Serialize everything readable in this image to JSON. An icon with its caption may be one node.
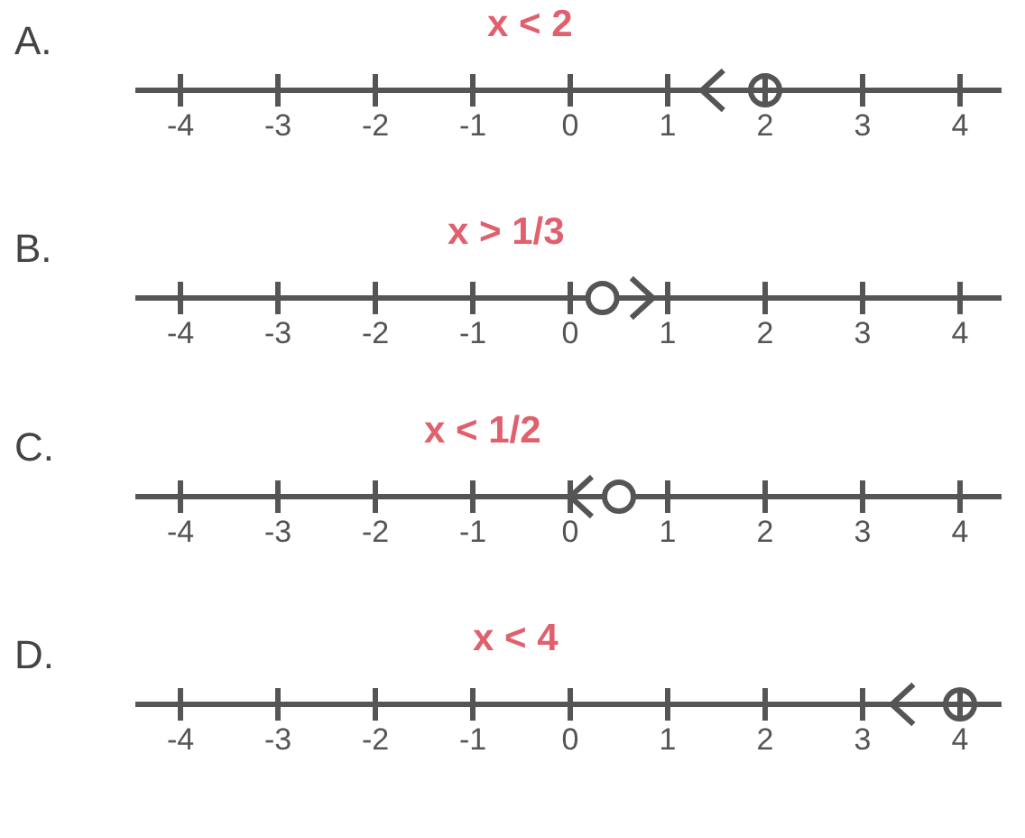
{
  "diagram": {
    "labels": [
      "A.",
      "x < 2",
      "-4",
      "-3",
      "-2",
      "-1",
      "0",
      "1",
      "2",
      "3",
      "4",
      "B.",
      "x > 1/3",
      "-4",
      "-3",
      "-2",
      "-1",
      "0",
      "1",
      "2",
      "3",
      "4",
      "C.",
      "x < 1/2",
      "-4",
      "-3",
      "-2",
      "-1",
      "0",
      "1",
      "2",
      "3",
      "4",
      "D.",
      "x < 4",
      "-4",
      "-3",
      "-2",
      "-1",
      "0",
      "1",
      "2",
      "3",
      "4"
    ]
  }
}
